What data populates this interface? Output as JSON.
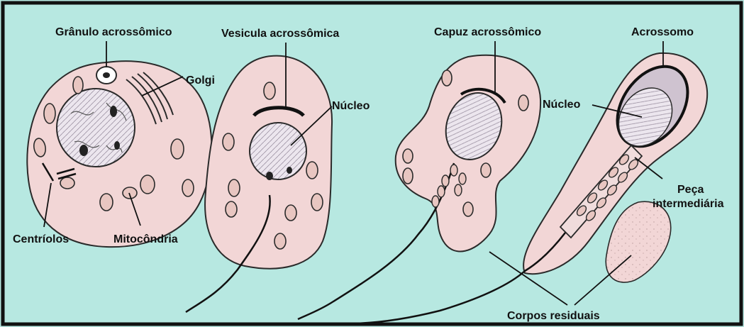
{
  "colors": {
    "background": "#b7e8e1",
    "cell_fill": "#f2d6d6",
    "cell_stroke": "#2a2a2a",
    "nucleus_fill": "#ece6ee",
    "mito_fill": "#e8c6c1",
    "frame": "#111111"
  },
  "labels": {
    "granulo": "Grânulo acrossômico",
    "golgi": "Golgi",
    "centriolos": "Centríolos",
    "mitocondria": "Mitocôndria",
    "vesicula": "Vesicula acrossômica",
    "nucleo_2": "Núcleo",
    "capuz": "Capuz acrossômico",
    "acrossomo": "Acrossomo",
    "nucleo_4": "Núcleo",
    "peca_line1": "Peça",
    "peca_line2": "intermediária",
    "corpos": "Corpos residuais"
  }
}
